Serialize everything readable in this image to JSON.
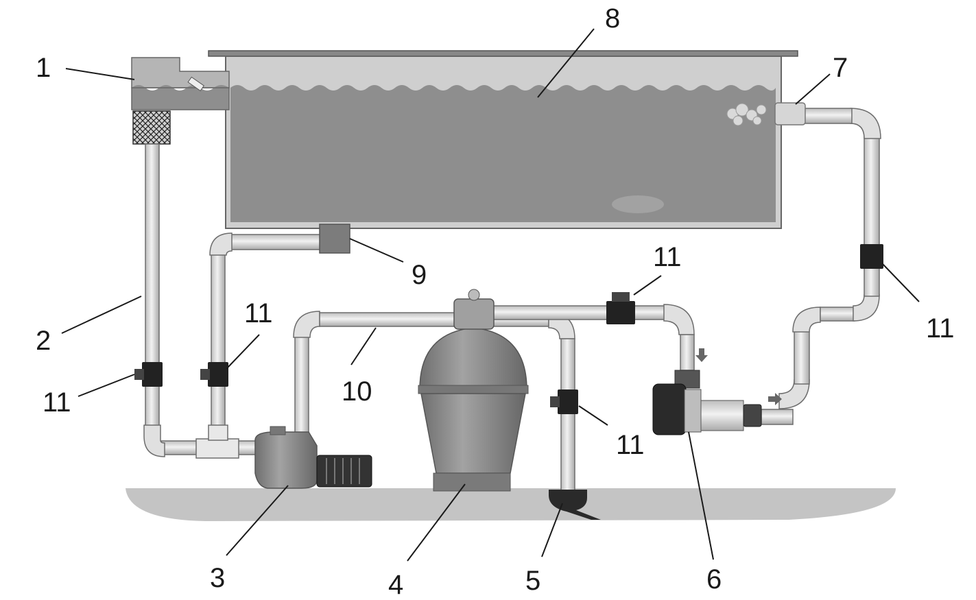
{
  "diagram": {
    "labels": {
      "skimmer": "1",
      "suction_pipe": "2",
      "pump": "3",
      "sand_filter": "4",
      "drain": "5",
      "heater": "6",
      "return_inlet": "7",
      "pool_water": "8",
      "bottom_drain": "9",
      "filter_pipe": "10",
      "valve": "11"
    },
    "colors": {
      "pipe_fill": "#e6e6e6",
      "pipe_stroke": "#777777",
      "water": "#8e8e8e",
      "ground": "#c4c4c4",
      "equipment": "#8a8a8a",
      "valve": "#222222"
    }
  }
}
